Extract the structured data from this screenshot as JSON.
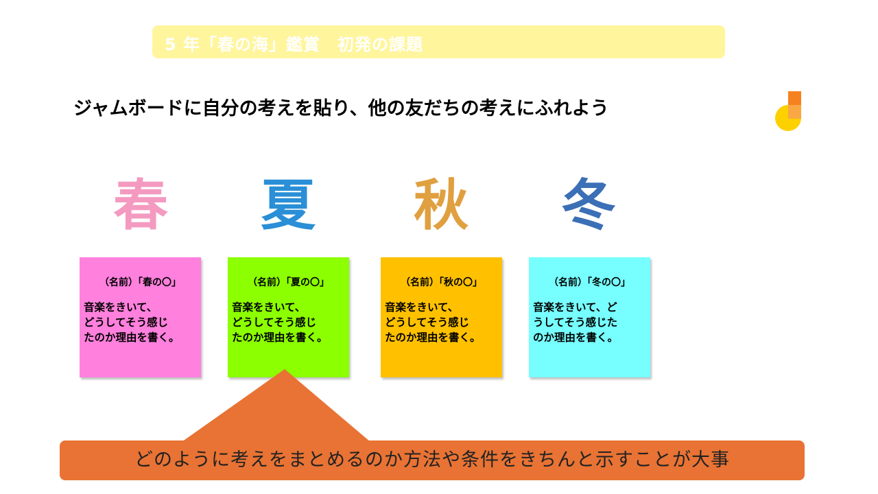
{
  "banner": {
    "title": "5 年「春の海」鑑賞　初発の課題"
  },
  "heading": "ジャムボードに自分の考えを貼り、他の友だちの考えにふれよう",
  "logo": {
    "name": "jamboard-logo",
    "colors": [
      "#f5821f",
      "#fdd000"
    ]
  },
  "seasons": [
    {
      "char": "春",
      "color": "#f49ac1",
      "note_color": "#ff80dd",
      "note_title": "（名前）「春の〇」",
      "note_body": "音楽をきいて、\nどうしてそう感じ\nたのか理由を書く。"
    },
    {
      "char": "夏",
      "color": "#2a8fd6",
      "note_color": "#8cff00",
      "note_title": "（名前）「夏の〇」",
      "note_body": "音楽をきいて、\nどうしてそう感じ\nたのか理由を書く。"
    },
    {
      "char": "秋",
      "color": "#e0a040",
      "note_color": "#ffc000",
      "note_title": "（名前）「秋の〇」",
      "note_body": "音楽をきいて、\nどうしてそう感じ\nたのか理由を書く。"
    },
    {
      "char": "冬",
      "color": "#3b6fb6",
      "note_color": "#77ffff",
      "note_title": "（名前）「冬の〇」",
      "note_body": "音楽をきいて、ど\nうしてそう感じた\nのか理由を書く。"
    }
  ],
  "callout": {
    "text": "どのように考えをまとめるのか方法や条件をきちんと示すことが大事",
    "color": "#e87334"
  }
}
